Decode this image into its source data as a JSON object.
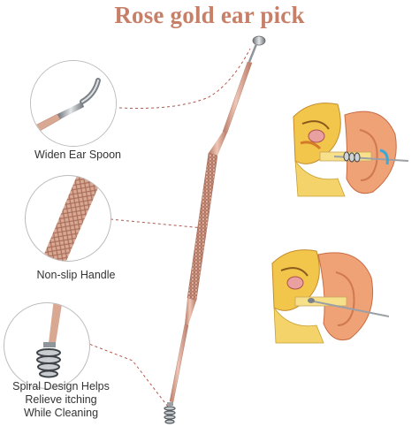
{
  "title": "Rose gold ear pick",
  "features": [
    {
      "label": "Widen Ear Spoon"
    },
    {
      "label": "Non-slip Handle"
    },
    {
      "label_lines": [
        "Spiral Design Helps",
        "Relieve itching",
        "While Cleaning"
      ]
    }
  ],
  "colors": {
    "title": "#c77f67",
    "rose_gold": "#d7a490",
    "rose_gold_dark": "#b77a66",
    "leader_line": "#b5574a",
    "steel": "#9aa0a6"
  },
  "icons": [
    "ear-spoon-closeup",
    "knurled-handle-closeup",
    "spiral-tip-closeup",
    "ear-diagram-spiral",
    "ear-diagram-spoon"
  ]
}
